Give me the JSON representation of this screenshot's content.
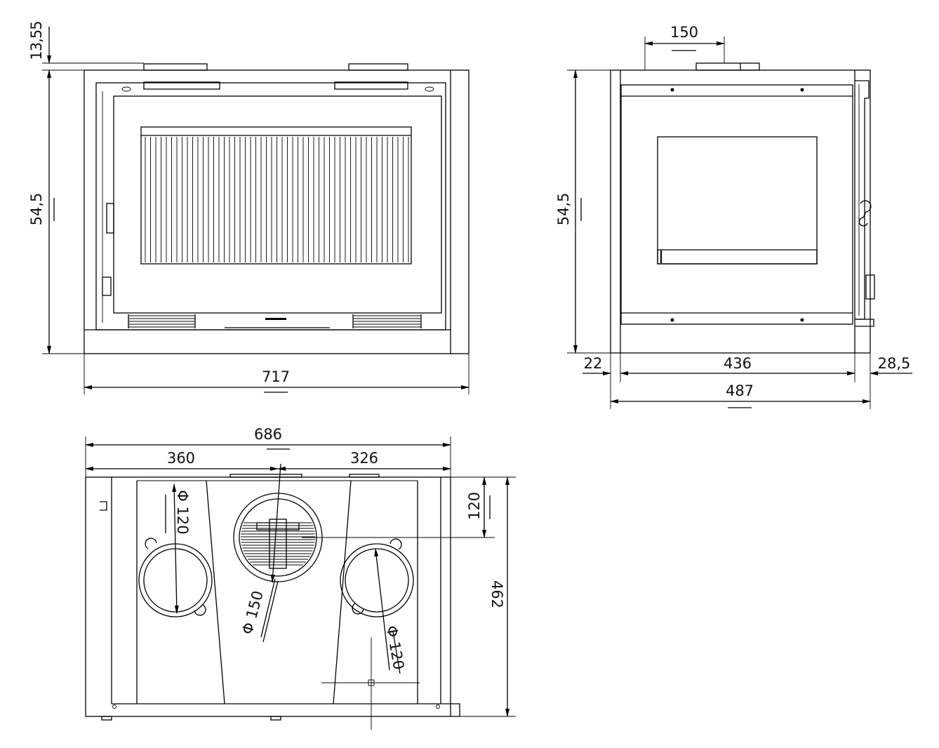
{
  "views": {
    "front": {
      "dims": {
        "top_offset": "13,55",
        "height": "54,5",
        "width": "717"
      }
    },
    "side": {
      "dims": {
        "flue_offset": "150",
        "height": "54,5",
        "left": "22",
        "inner": "436",
        "right": "28,5",
        "total": "487"
      }
    },
    "top": {
      "dims": {
        "total": "686",
        "left": "360",
        "right": "326",
        "flue_front": "120",
        "depth": "462",
        "dia_left": "Φ 120",
        "dia_center": "Φ 150",
        "dia_right": "Φ 120"
      }
    }
  },
  "colors": {
    "line": "#000000",
    "background": "#ffffff"
  }
}
